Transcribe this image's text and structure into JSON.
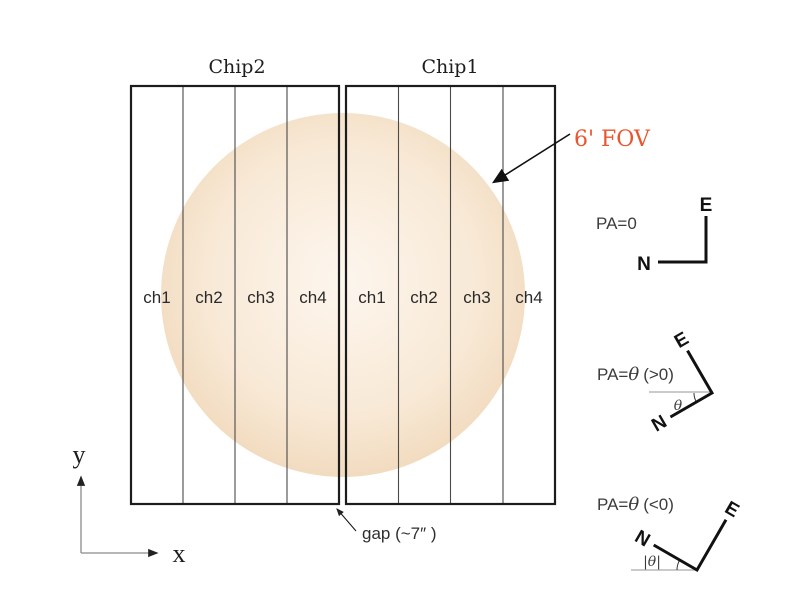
{
  "diagram": {
    "chips": [
      {
        "label": "Chip2",
        "channels": [
          "ch1",
          "ch2",
          "ch3",
          "ch4"
        ]
      },
      {
        "label": "Chip1",
        "channels": [
          "ch1",
          "ch2",
          "ch3",
          "ch4"
        ]
      }
    ],
    "fov": {
      "label": "6' FOV",
      "label_color": "#e8552e",
      "fill_center": "#fdf6ee",
      "fill_mid": "#f8e9d6",
      "fill_edge": "#f1d9bc"
    },
    "gap": {
      "label": "gap (~7″ )"
    },
    "axes": {
      "x_label": "x",
      "y_label": "y"
    },
    "pa_panels": {
      "zero": {
        "label": "PA=0",
        "east": "E",
        "north": "N"
      },
      "positive": {
        "prefix": "PA=",
        "theta": "θ",
        "suffix": "(>0)",
        "angle": "θ",
        "east": "E",
        "north": "N"
      },
      "negative": {
        "prefix": "PA=",
        "theta": "θ",
        "suffix": "(<0)",
        "angle": "|θ|",
        "east": "E",
        "north": "N"
      }
    }
  }
}
